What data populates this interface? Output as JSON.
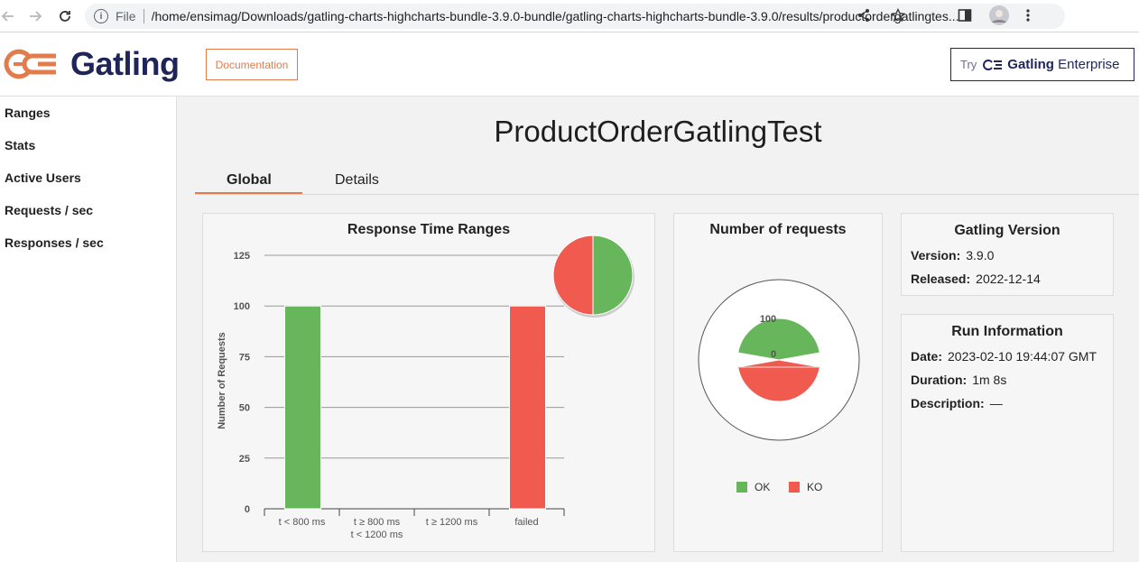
{
  "browser": {
    "scheme": "File",
    "url": "/home/ensimag/Downloads/gatling-charts-highcharts-bundle-3.9.0-bundle/gatling-charts-highcharts-bundle-3.9.0/results/productordergatlingtes..."
  },
  "header": {
    "logo_text": "Gatling",
    "documentation_label": "Documentation",
    "enterprise_try": "Try",
    "enterprise_brand": "Gatling",
    "enterprise_suffix": "Enterprise"
  },
  "sidebar": {
    "items": [
      {
        "label": "Ranges"
      },
      {
        "label": "Stats"
      },
      {
        "label": "Active Users"
      },
      {
        "label": "Requests / sec"
      },
      {
        "label": "Responses / sec"
      }
    ]
  },
  "main": {
    "title": "ProductOrderGatlingTest",
    "tabs": [
      {
        "label": "Global",
        "active": true
      },
      {
        "label": "Details",
        "active": false
      }
    ]
  },
  "gatling_version": {
    "title": "Gatling Version",
    "version_label": "Version:",
    "version": "3.9.0",
    "released_label": "Released:",
    "released": "2022-12-14"
  },
  "run_info": {
    "title": "Run Information",
    "date_label": "Date:",
    "date": "2023-02-10 19:44:07 GMT",
    "duration_label": "Duration:",
    "duration": "1m 8s",
    "description_label": "Description:",
    "description": "—"
  },
  "colors": {
    "ok": "#68b65c",
    "ko": "#f15b4f",
    "accent": "#e37c4d",
    "brand": "#1f2559"
  },
  "chart_data": [
    {
      "type": "bar",
      "title": "Response Time Ranges",
      "ylabel": "Number of Requests",
      "xlabel": "",
      "categories": [
        "t < 800 ms",
        "t ≥ 800 ms\nt < 1200 ms",
        "t ≥ 1200 ms",
        "failed"
      ],
      "values": [
        100,
        0,
        0,
        100
      ],
      "bar_colors": [
        "#68b65c",
        "#68b65c",
        "#68b65c",
        "#f15b4f"
      ],
      "yticks": [
        0,
        25,
        50,
        75,
        100,
        125
      ],
      "ylim": [
        0,
        125
      ],
      "inset_pie": {
        "type": "pie",
        "slices": [
          {
            "label": "t < 800 ms",
            "value": 100,
            "color": "#68b65c"
          },
          {
            "label": "failed",
            "value": 100,
            "color": "#f15b4f"
          }
        ]
      }
    },
    {
      "type": "pie",
      "title": "Number of requests",
      "series": [
        {
          "name": "OK",
          "value": 100,
          "color": "#68b65c"
        },
        {
          "name": "KO",
          "value": 100,
          "color": "#f15b4f"
        }
      ],
      "radial_labels": [
        "100",
        "0"
      ]
    }
  ]
}
